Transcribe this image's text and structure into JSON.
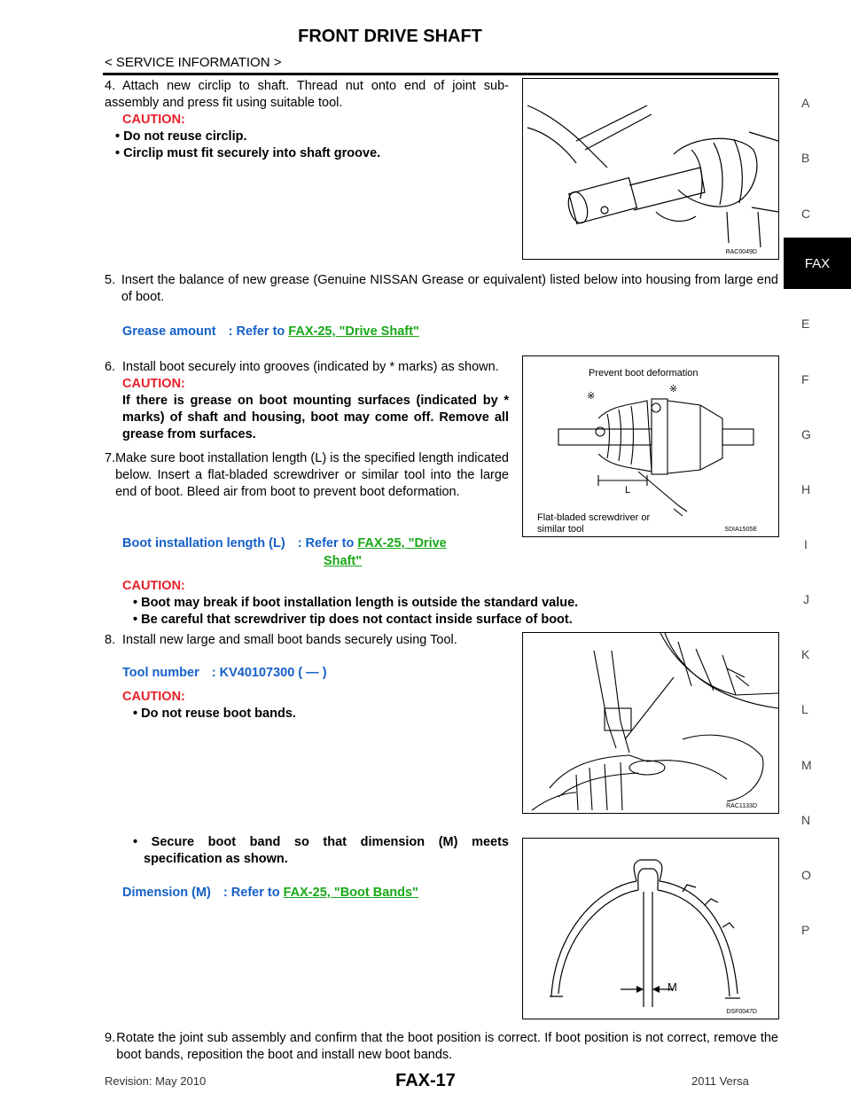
{
  "header": {
    "title": "FRONT DRIVE SHAFT",
    "subtitle": "< SERVICE INFORMATION >"
  },
  "side_index": {
    "letters": [
      "A",
      "B",
      "C",
      "FAX",
      "E",
      "F",
      "G",
      "H",
      "I",
      "J",
      "K",
      "L",
      "M",
      "N",
      "O",
      "P"
    ]
  },
  "steps": {
    "s4": {
      "num": "4.",
      "text": "Attach new circlip to shaft. Thread nut onto end of joint sub-assembly and press fit using suitable tool.",
      "caution": "CAUTION:",
      "b1": "• Do not reuse circlip.",
      "b2": "• Circlip must fit securely into shaft groove."
    },
    "s5": {
      "num": "5.",
      "text": "Insert the balance of new grease (Genuine NISSAN Grease or equivalent) listed below into housing from large end of boot.",
      "spec_label": "Grease amount",
      "spec_sep": ": Refer to",
      "spec_link": "FAX-25, \"Drive Shaft\""
    },
    "s6": {
      "num": "6.",
      "text": "Install boot securely into grooves (indicated by * marks) as shown.",
      "caution": "CAUTION:",
      "caution_text": "If there is grease on boot mounting surfaces (indicated by * marks) of shaft and housing, boot may come off. Remove all grease from surfaces."
    },
    "s7": {
      "num": "7.",
      "text": "Make sure boot installation length (L) is the specified length indicated below. Insert a flat-bladed screwdriver or similar tool into the large end of boot. Bleed air from boot to prevent boot deformation.",
      "spec_label": "Boot installation length (L)",
      "spec_sep": ": Refer to",
      "spec_link1": "FAX-25, \"Drive ",
      "spec_link2": "Shaft\"",
      "caution": "CAUTION:",
      "b1": "• Boot may break if boot installation length is outside the standard value.",
      "b2": "• Be careful that screwdriver tip does not contact inside surface of boot."
    },
    "s8": {
      "num": "8.",
      "text": "Install new large and small boot bands securely using Tool.",
      "spec_label": "Tool number",
      "spec_value": ": KV40107300 (     —     )",
      "caution": "CAUTION:",
      "b1": "• Do not reuse boot bands.",
      "b2": "• Secure boot band so that dimension (M) meets specification as shown.",
      "spec2_label": "Dimension (M)",
      "spec2_sep": ": Refer to",
      "spec2_link": "FAX-25, \"Boot Bands\""
    },
    "s9": {
      "num": "9.",
      "text": "Rotate the joint sub assembly and confirm that the boot position is correct. If boot position is not correct, remove the boot bands, reposition the boot and install new boot bands."
    }
  },
  "figures": {
    "f1": {
      "id": "RAC0049D"
    },
    "f2": {
      "id": "SDIA1505E",
      "label_top": "Prevent boot deformation",
      "label_L": "L",
      "label_tool1": "Flat-bladed screwdriver or",
      "label_tool2": "similar tool"
    },
    "f3": {
      "id": "RAC1133D"
    },
    "f4": {
      "id": "DSF0047D",
      "label_M": "M"
    }
  },
  "footer": {
    "revision": "Revision: May 2010",
    "page": "FAX-17",
    "model": "2011 Versa"
  }
}
